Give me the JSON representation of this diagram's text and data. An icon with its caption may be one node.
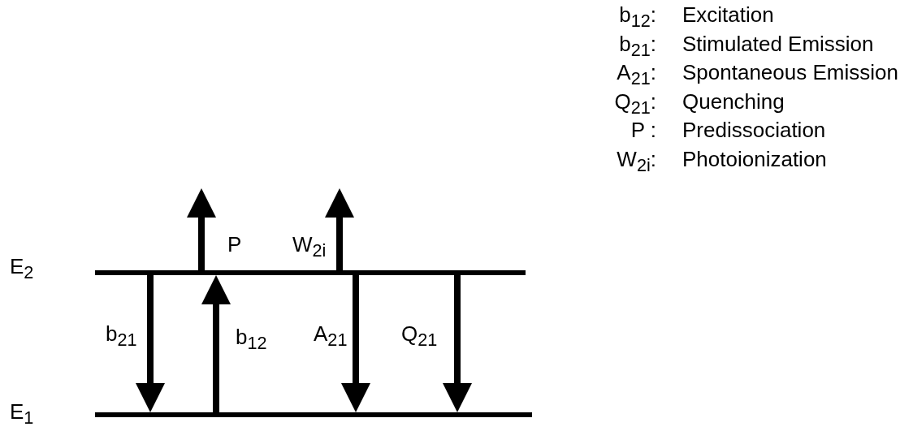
{
  "diagram": {
    "nodes": [
      {
        "text": [
          "E$_{2}$"
        ]
      },
      {
        "text": [
          "E$_{1}$"
        ]
      }
    ],
    "edges": [
      {
        "from": 0,
        "to": null,
        "arrow": "to",
        "label": "P"
      },
      {
        "from": 0,
        "to": null,
        "arrow": "to",
        "label": "W$_{2i}$"
      },
      {
        "from": 0,
        "to": 1,
        "arrow": "to",
        "label": "b$_{21}$"
      },
      {
        "from": 1,
        "to": 0,
        "arrow": "to",
        "label": "b$_{12}$"
      },
      {
        "from": 0,
        "to": 1,
        "arrow": "to",
        "label": "A$_{21}$"
      },
      {
        "from": 0,
        "to": 1,
        "arrow": "to",
        "label": "Q$_{21}$"
      }
    ],
    "labels": [
      "b$_{12}$:",
      "Excitation",
      "b$_{21}$:",
      "Stimulated Emission",
      "A$_{21}$:",
      "Spontaneous Emission",
      "Q$_{21}$:",
      "Quenching",
      "P :",
      "Predissociation",
      "W$_{2i}$:",
      "Photoionization"
    ]
  }
}
